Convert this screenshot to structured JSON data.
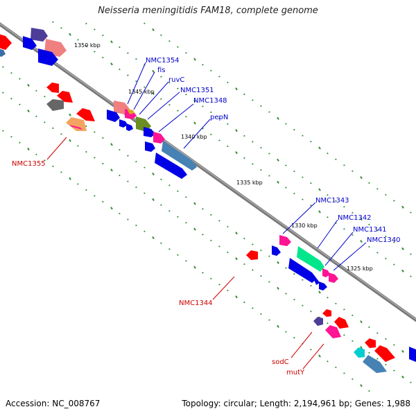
{
  "title": "Neisseria meningitidis FAM18, complete genome",
  "footer": {
    "accession": "Accession: NC_008767",
    "topology": "Topology: circular; Length: 2,194,961 bp; Genes: 1,988"
  },
  "scale_labels": [
    "1350 kbp",
    "1345 kbp",
    "1340 kbp",
    "1335 kbp",
    "1330 kbp",
    "1325 kbp"
  ],
  "forward_gene_labels": [
    "NMC1354",
    "fis",
    "ruvC",
    "NMC1351",
    "NMC1348",
    "pepN",
    "NMC1343",
    "NMC1342",
    "NMC1341",
    "NMC1340"
  ],
  "reverse_gene_labels": [
    "NMC1355",
    "NMC1344",
    "sodC",
    "mutY"
  ],
  "colors": {
    "forward_label": "#0000cc",
    "reverse_label": "#cc0000",
    "backbone": "#808080",
    "tick": "#2e8b2e"
  }
}
